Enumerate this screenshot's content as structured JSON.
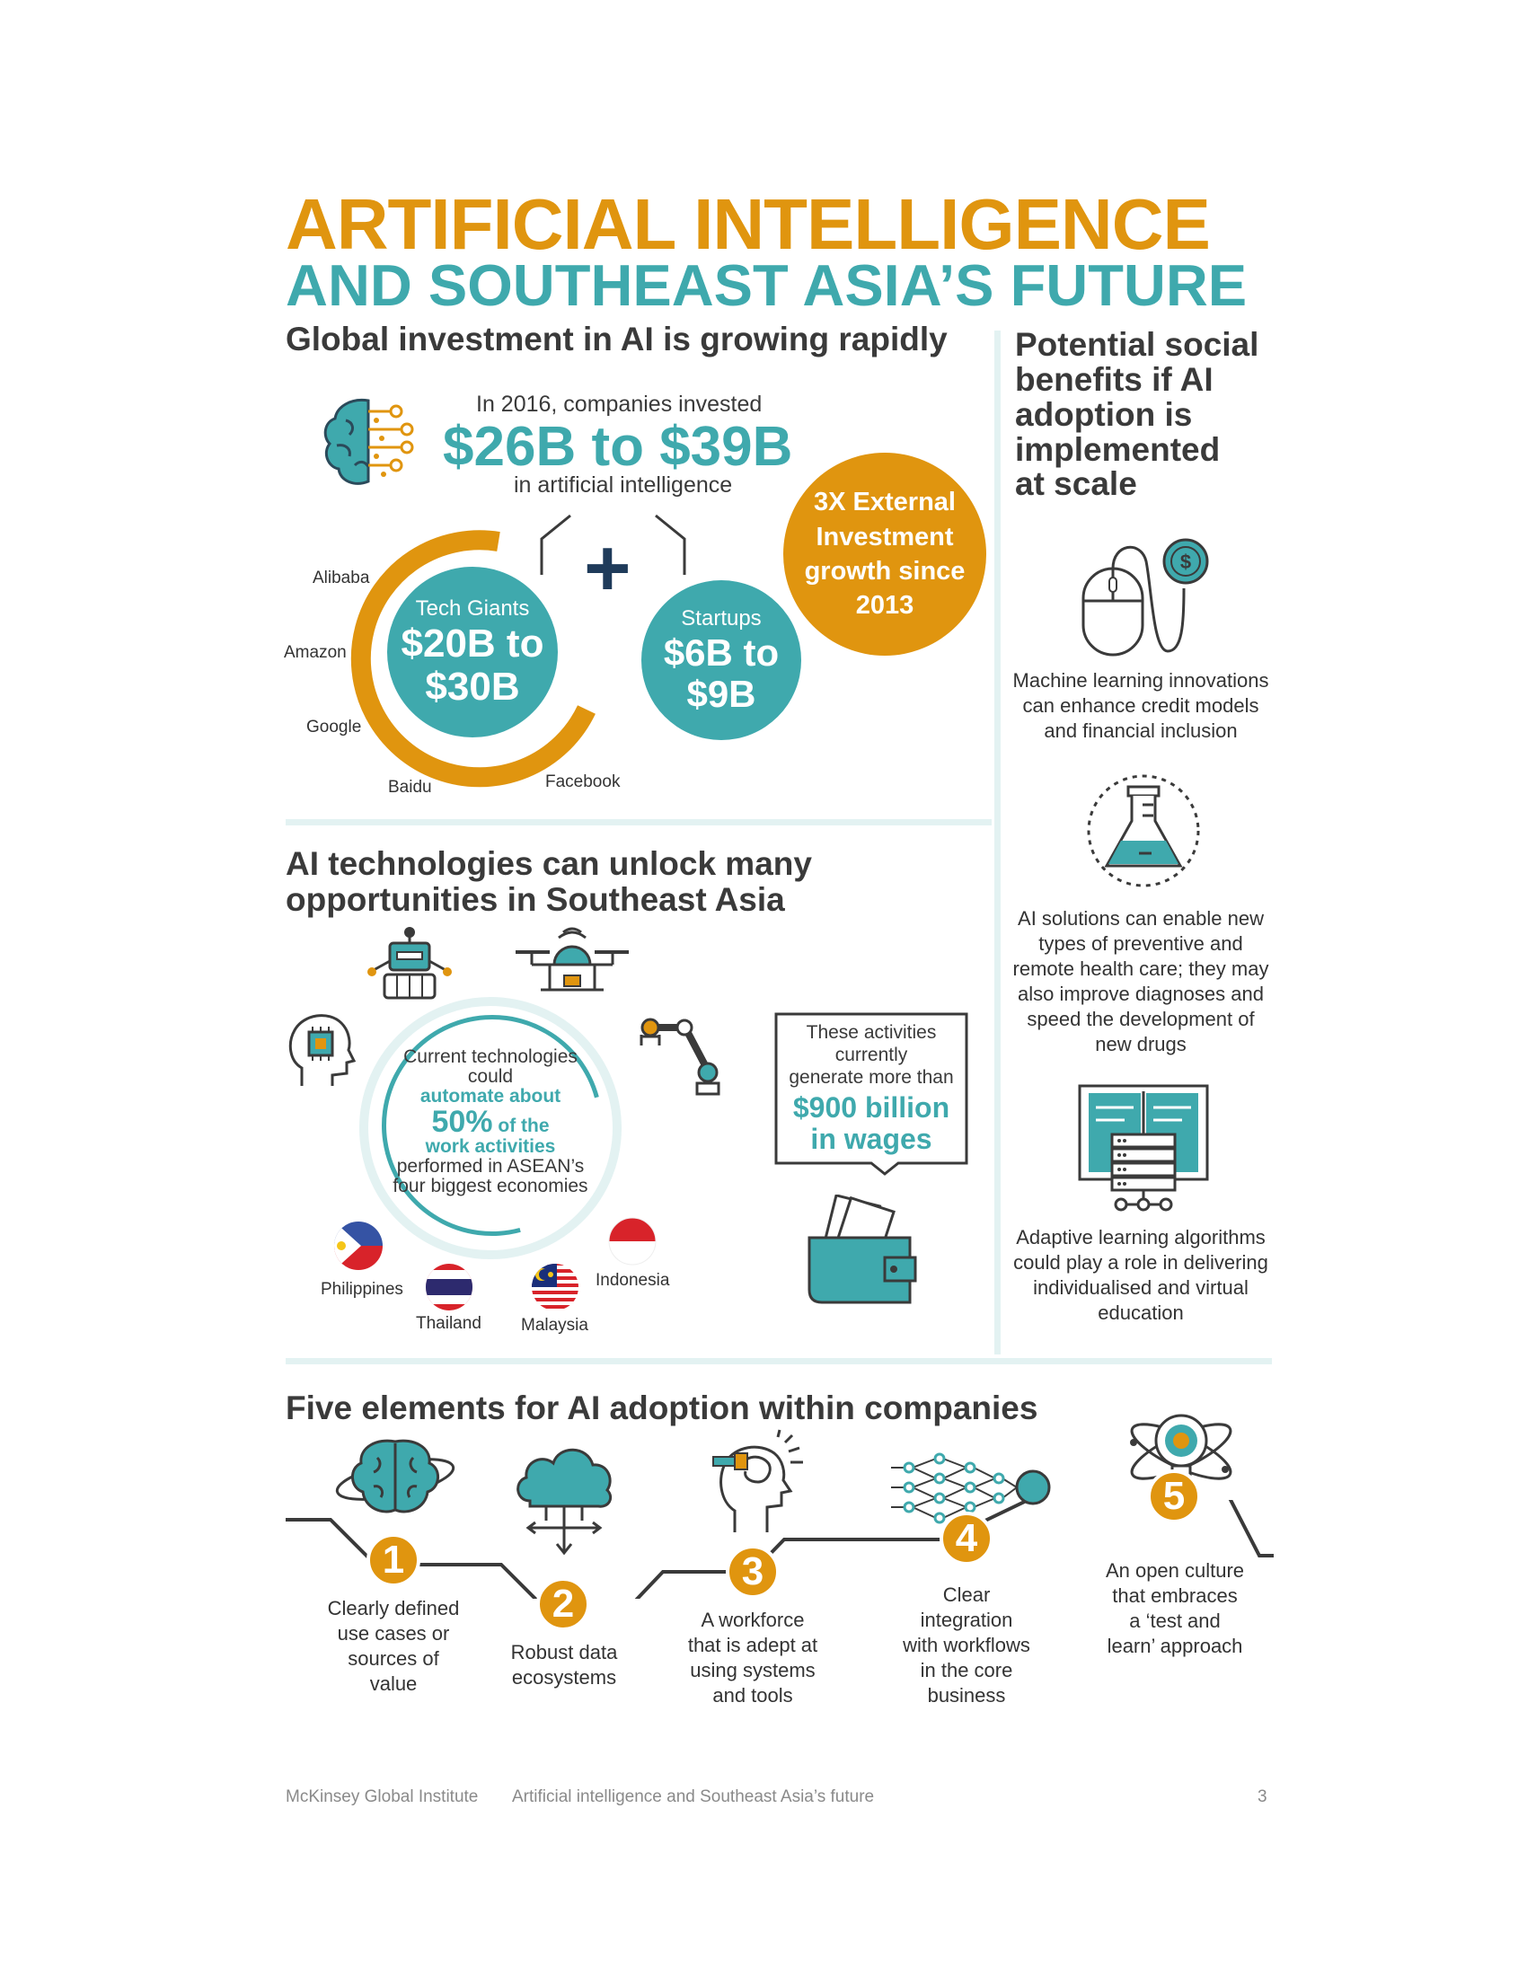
{
  "header": {
    "title_line1": "ARTIFICIAL INTELLIGENCE",
    "title_line2": "AND SOUTHEAST ASIA’S FUTURE"
  },
  "investment": {
    "heading": "Global investment in AI is growing rapidly",
    "intro": "In 2016, companies invested",
    "amount": "$26B to $39B",
    "outro": "in artificial intelligence",
    "plus": "+",
    "tech_giants": {
      "label": "Tech Giants",
      "value_line1": "$20B to",
      "value_line2": "$30B"
    },
    "startups": {
      "label": "Startups",
      "value_line1": "$6B to",
      "value_line2": "$9B"
    },
    "growth": {
      "line1": "3X External",
      "line2": "Investment",
      "line3": "growth since",
      "line4": "2013"
    },
    "companies": [
      "Alibaba",
      "Amazon",
      "Google",
      "Baidu",
      "Facebook"
    ]
  },
  "opportunities": {
    "heading_line1": "AI technologies can unlock many",
    "heading_line2": "opportunities in Southeast Asia",
    "circle": {
      "line1": "Current technologies",
      "line2": "could",
      "highlight1": "automate about",
      "percent": "50%",
      "highlight2": " of the",
      "highlight3": "work activities",
      "line3": "performed in ASEAN’s",
      "line4": "four biggest economies"
    },
    "bubble": {
      "line1": "These activities",
      "line2": "currently",
      "line3": "generate more than",
      "amount1": "$900 billion",
      "amount2": "in wages"
    },
    "countries": [
      "Philippines",
      "Thailand",
      "Malaysia",
      "Indonesia"
    ]
  },
  "social": {
    "heading_line1": "Potential social",
    "heading_line2": "benefits if AI",
    "heading_line3": "adoption is",
    "heading_line4": "implemented",
    "heading_line5": "at scale",
    "items": [
      {
        "icon": "mouse-dollar-icon",
        "line1": "Machine learning innovations",
        "line2": "can enhance credit models",
        "line3": "and financial inclusion"
      },
      {
        "icon": "flask-icon",
        "line1": "AI solutions can enable new",
        "line2": "types of preventive and",
        "line3": "remote health care; they may",
        "line4": "also improve diagnoses and",
        "line5": "speed the development of",
        "line6": "new drugs"
      },
      {
        "icon": "book-server-icon",
        "line1": "Adaptive learning algorithms",
        "line2": "could play a role in delivering",
        "line3": "individualised and virtual",
        "line4": "education"
      }
    ]
  },
  "elements": {
    "heading": "Five elements for AI adoption within companies",
    "steps": [
      {
        "num": "1",
        "lines": [
          "Clearly defined",
          "use cases or",
          "sources of",
          "value"
        ]
      },
      {
        "num": "2",
        "lines": [
          "Robust data",
          "ecosystems"
        ]
      },
      {
        "num": "3",
        "lines": [
          "A workforce",
          "that is adept at",
          "using systems",
          "and tools"
        ]
      },
      {
        "num": "4",
        "lines": [
          "Clear",
          "integration",
          "with workflows",
          "in the core",
          "business"
        ]
      },
      {
        "num": "5",
        "lines": [
          "An open culture",
          "that embraces",
          "a ‘test and",
          "learn’ approach"
        ]
      }
    ]
  },
  "footer": {
    "publisher": "McKinsey Global Institute",
    "doc_title": "Artificial intelligence and Southeast Asia’s future",
    "page": "3"
  },
  "colors": {
    "gold": "#e0950f",
    "teal": "#3fa9ad",
    "dark": "#3a3a3a",
    "navy": "#1f3b5a"
  }
}
